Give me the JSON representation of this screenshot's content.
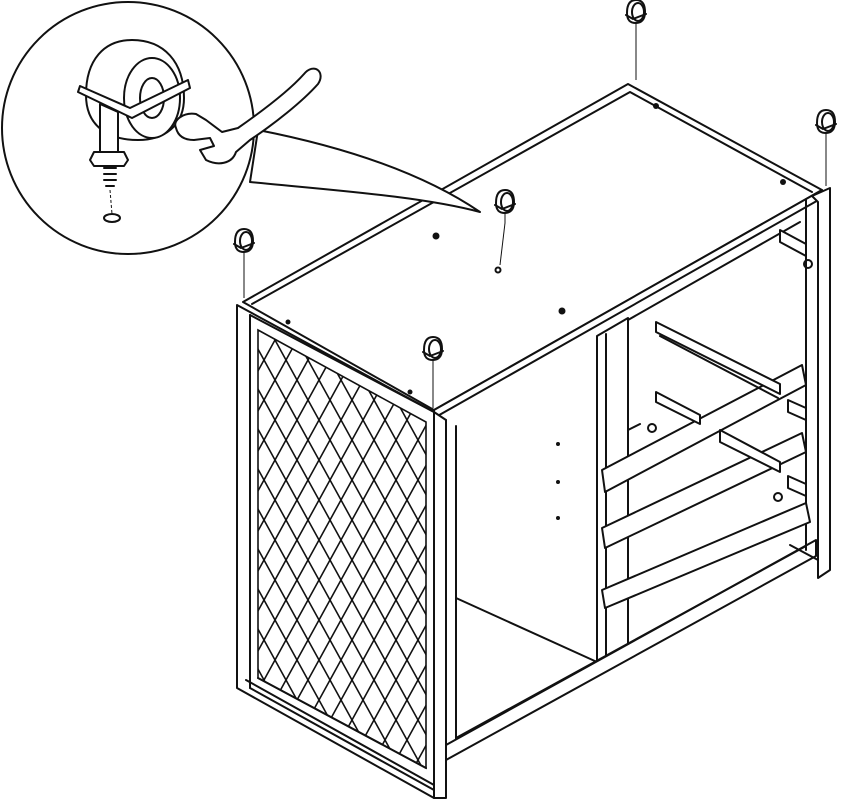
{
  "figure": {
    "kind": "assembly-instruction",
    "colors": {
      "stroke": "#111111",
      "background": "#ffffff"
    },
    "parts": [
      {
        "name": "cabinet-body"
      },
      {
        "name": "mesh-side-panel"
      },
      {
        "name": "drawer-runner"
      },
      {
        "name": "caster-wheel"
      },
      {
        "name": "wrench-icon"
      }
    ],
    "caster_count": 6
  }
}
